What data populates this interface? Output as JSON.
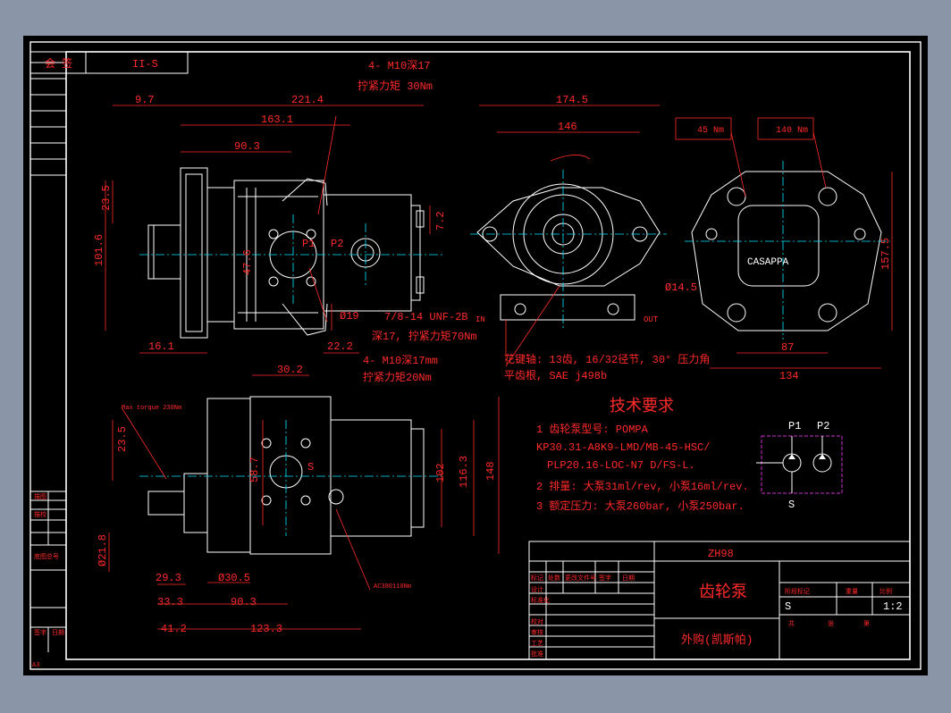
{
  "countersign": {
    "label": "会 签",
    "code": "II-S"
  },
  "dims_front": {
    "d1": "9.7",
    "d2": "221.4",
    "d3": "163.1",
    "d4": "90.3",
    "d5": "23.5",
    "d6": "101.6",
    "d7": "16.1",
    "d8": "22.2",
    "d9": "47.6",
    "d10": "7.2",
    "d11": "Ø19"
  },
  "notes_front": {
    "n1": "4- M10深17",
    "n2": "拧紧力矩 30Nm",
    "n3": "7/8-14 UNF-2B",
    "n4": "深17, 拧紧力矩70Nm",
    "p1": "P1",
    "p2": "P2"
  },
  "dims_end": {
    "d1": "174.5",
    "d2": "146",
    "d3": "Ø14.5",
    "in_label": "IN",
    "out_label": "OUT"
  },
  "spline_note": {
    "l1": "花键轴: 13齿, 16/32径节, 30° 压力角",
    "l2": "平齿根, SAE j498b"
  },
  "dims_rear": {
    "torque1": "45 Nm",
    "torque2": "140 Nm",
    "d1": "157.5",
    "d2": "87",
    "d3": "134",
    "brand": "CASAPPA"
  },
  "dims_top": {
    "d1": "30.2",
    "n1": "4- M10深17mm",
    "n2": "拧紧力矩20Nm",
    "torque_small": "Max torque 230Nm",
    "d2": "23.5",
    "d3": "58.7",
    "d4": "102",
    "d5": "116.3",
    "d6": "148",
    "d7": "Ø21.8",
    "d8": "29.3",
    "d9": "Ø30.5",
    "d10": "33.3",
    "d11": "90.3",
    "d12": "41.2",
    "d13": "123.3",
    "s": "S",
    "ac_note": "AC380110Nm"
  },
  "tech": {
    "title": "技术要求",
    "l1": "1 齿轮泵型号: POMPA",
    "l2": "KP30.31-A8K9-LMD/MB-45-HSC/",
    "l3": "PLP20.16-LOC-N7 D/FS-L.",
    "l4": "2 排量: 大泵31ml/rev, 小泵16ml/rev.",
    "l5": "3 额定压力: 大泵260bar, 小泵250bar."
  },
  "symbol": {
    "p1": "P1",
    "p2": "P2",
    "s": "S"
  },
  "title_block": {
    "drawing_no": "ZH98",
    "name": "齿轮泵",
    "source": "外购(凯斯帕)",
    "scale": "1:2",
    "mark": "S",
    "h1": "标记",
    "h2": "处数",
    "h3": "更改文件号",
    "h4": "签字",
    "h5": "日期",
    "r1": "设计",
    "r2": "标准化",
    "r3": "校对",
    "r4": "审核",
    "r5": "工艺",
    "r6": "批准",
    "c1": "阶段标记",
    "c2": "重量",
    "c3": "比例",
    "c4": "共",
    "c5": "张",
    "c6": "第"
  },
  "left_col": {
    "a1": "描图",
    "a2": "描校",
    "a3": "底图总号",
    "a4": "签字",
    "a5": "日期",
    "sheet_id": "A3"
  }
}
